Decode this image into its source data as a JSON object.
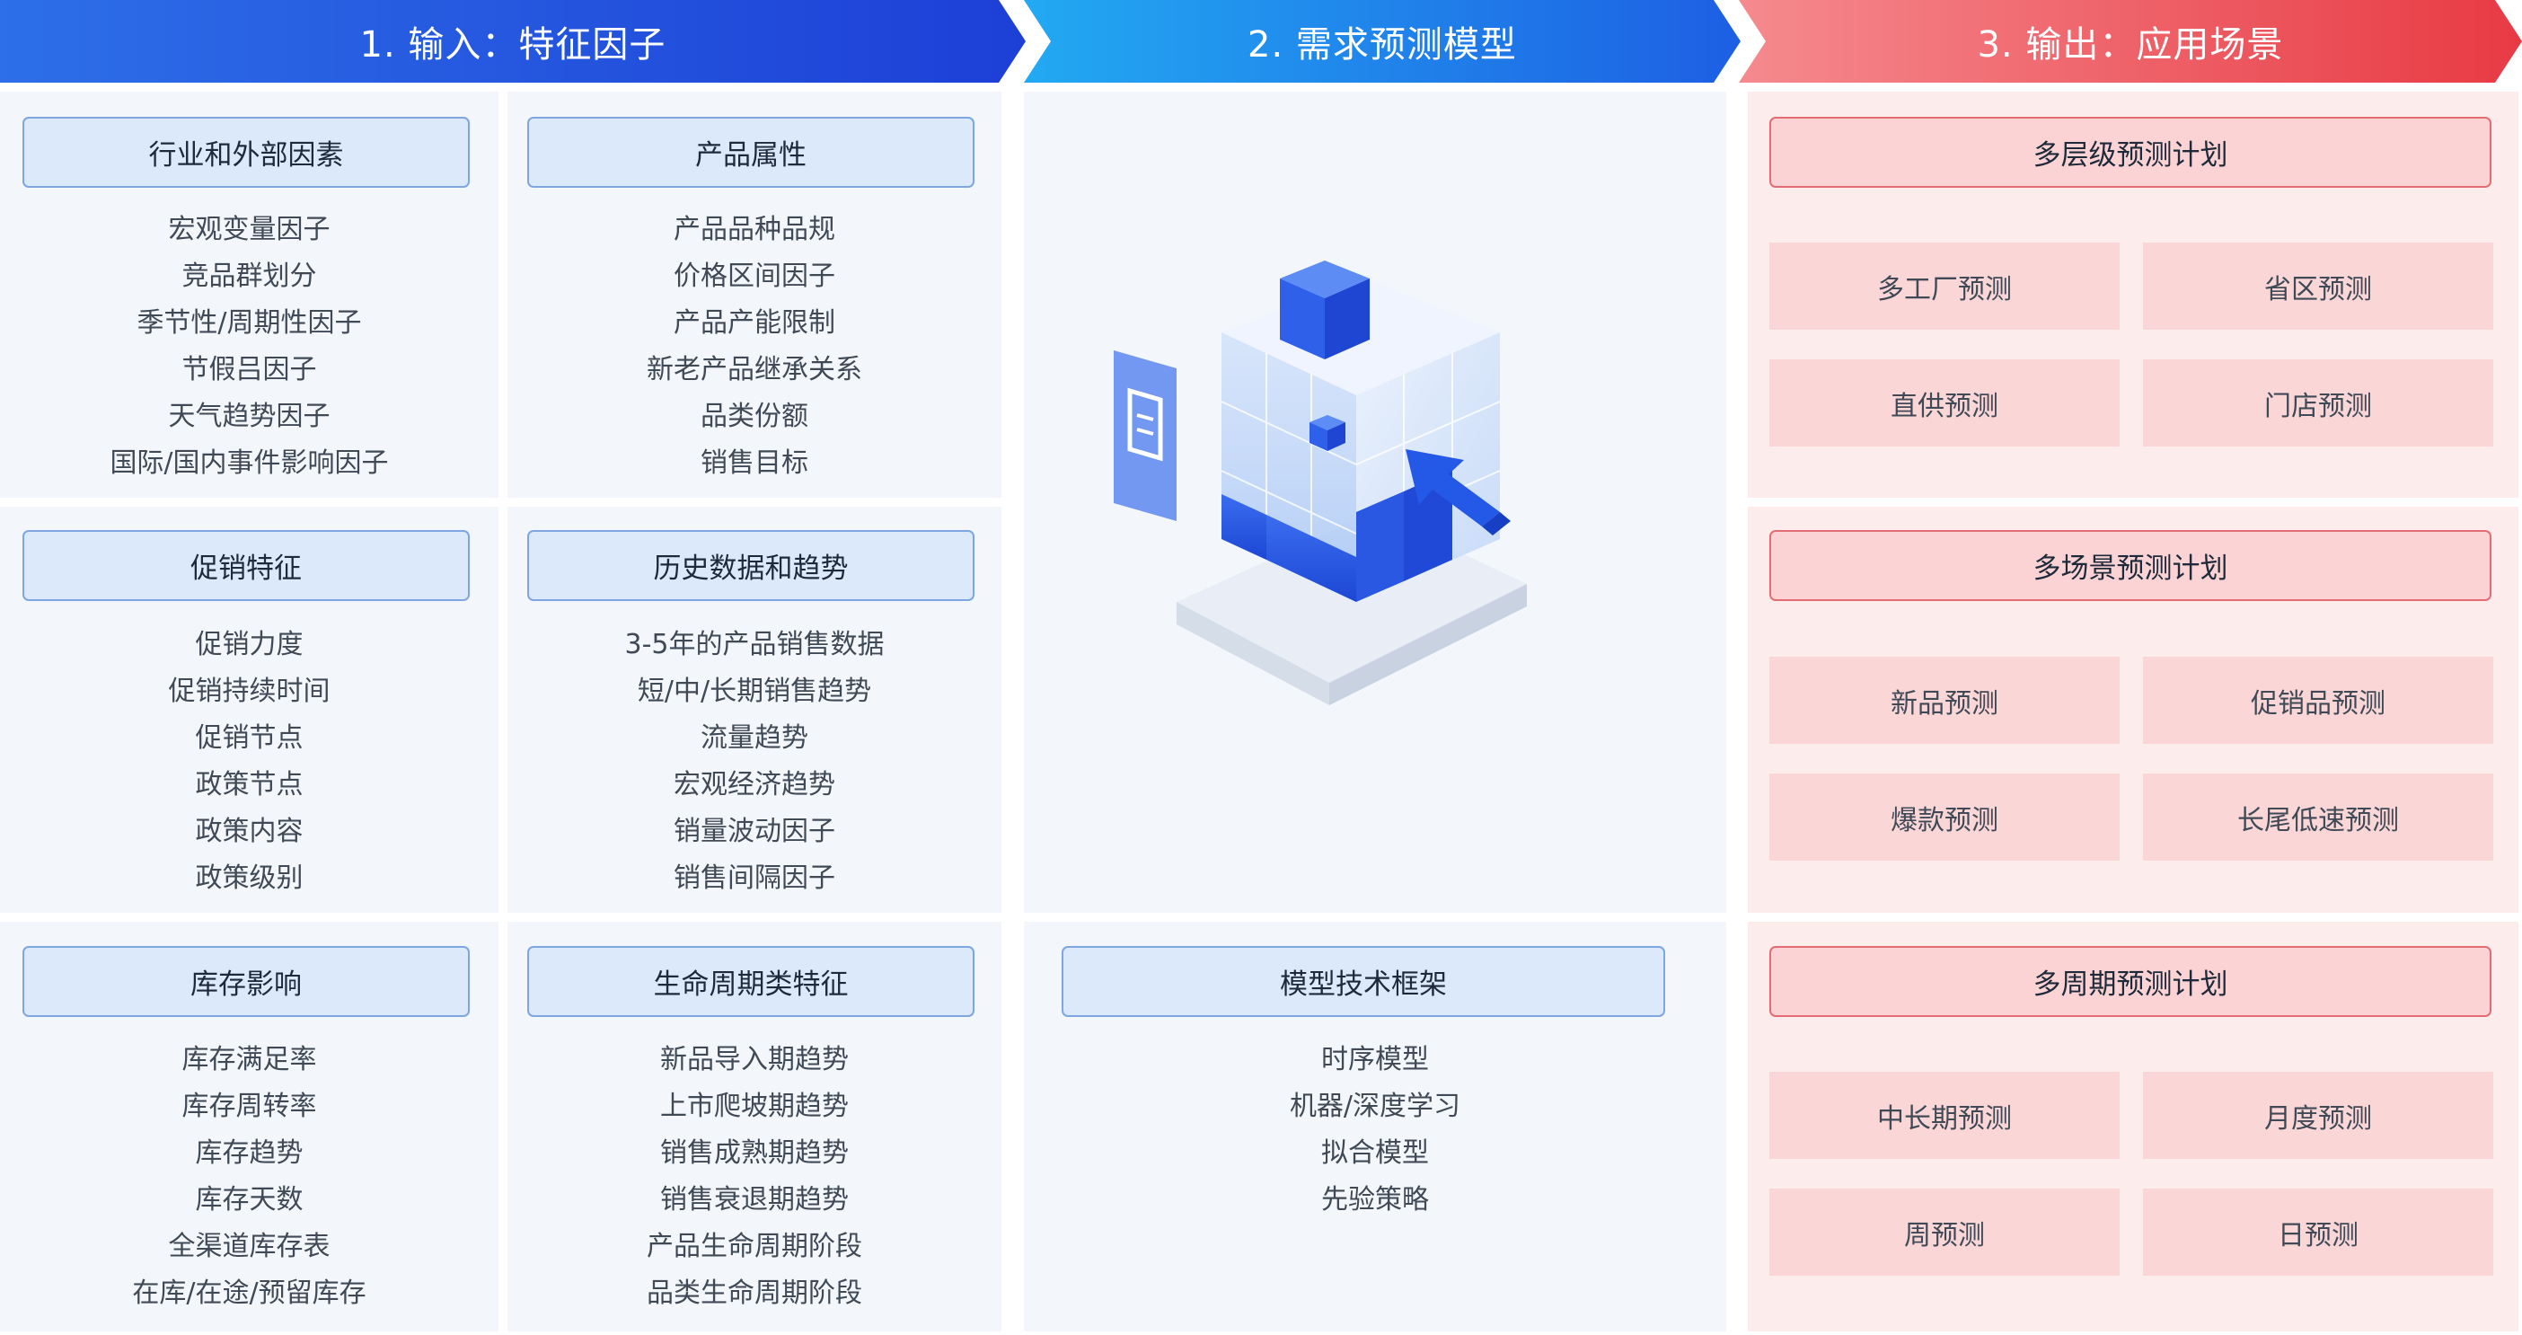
{
  "banners": {
    "input": "1. 输入：特征因子",
    "model": "2. 需求预测模型",
    "output": "3. 输出：应用场景"
  },
  "input_cards": [
    {
      "title": "行业和外部因素",
      "items": [
        "宏观变量因子",
        "竞品群划分",
        "季节性/周期性因子",
        "节假吕因子",
        "天气趋势因子",
        "国际/国内事件影响因子"
      ]
    },
    {
      "title": "产品属性",
      "items": [
        "产品品种品规",
        "价格区间因子",
        "产品产能限制",
        "新老产品继承关系",
        "品类份额",
        "销售目标"
      ]
    },
    {
      "title": "促销特征",
      "items": [
        "促销力度",
        "促销持续时间",
        "促销节点",
        "政策节点",
        "政策内容",
        "政策级别"
      ]
    },
    {
      "title": "历史数据和趋势",
      "items": [
        "3-5年的产品销售数据",
        "短/中/长期销售趋势",
        "流量趋势",
        "宏观经济趋势",
        "销量波动因子",
        "销售间隔因子"
      ]
    },
    {
      "title": "库存影响",
      "items": [
        "库存满足率",
        "库存周转率",
        "库存趋势",
        "库存天数",
        "全渠道库存表",
        "在库/在途/预留库存"
      ]
    },
    {
      "title": "生命周期类特征",
      "items": [
        "新品导入期趋势",
        "上市爬坡期趋势",
        "销售成熟期趋势",
        "销售衰退期趋势",
        "产品生命周期阶段",
        "品类生命周期阶段"
      ]
    }
  ],
  "model_card": {
    "title": "模型技术框架",
    "items": [
      "时序模型",
      "机器/深度学习",
      "拟合模型",
      "先验策略"
    ]
  },
  "output_cards": [
    {
      "title": "多层级预测计划",
      "tiles": [
        "多工厂预测",
        "省区预测",
        "直供预测",
        "门店预测"
      ]
    },
    {
      "title": "多场景预测计划",
      "tiles": [
        "新品预测",
        "促销品预测",
        "爆款预测",
        "长尾低速预测"
      ]
    },
    {
      "title": "多周期预测计划",
      "tiles": [
        "中长期预测",
        "月度预测",
        "周预测",
        "日预测"
      ]
    }
  ],
  "colors": {
    "input_accent": "#1d3fd6",
    "model_accent": "#23a9f2",
    "output_accent": "#e83a44"
  },
  "icons": {
    "model_illustration": "3d-cube-icon",
    "document": "document-icon",
    "cursor": "cursor-arrow-icon"
  }
}
